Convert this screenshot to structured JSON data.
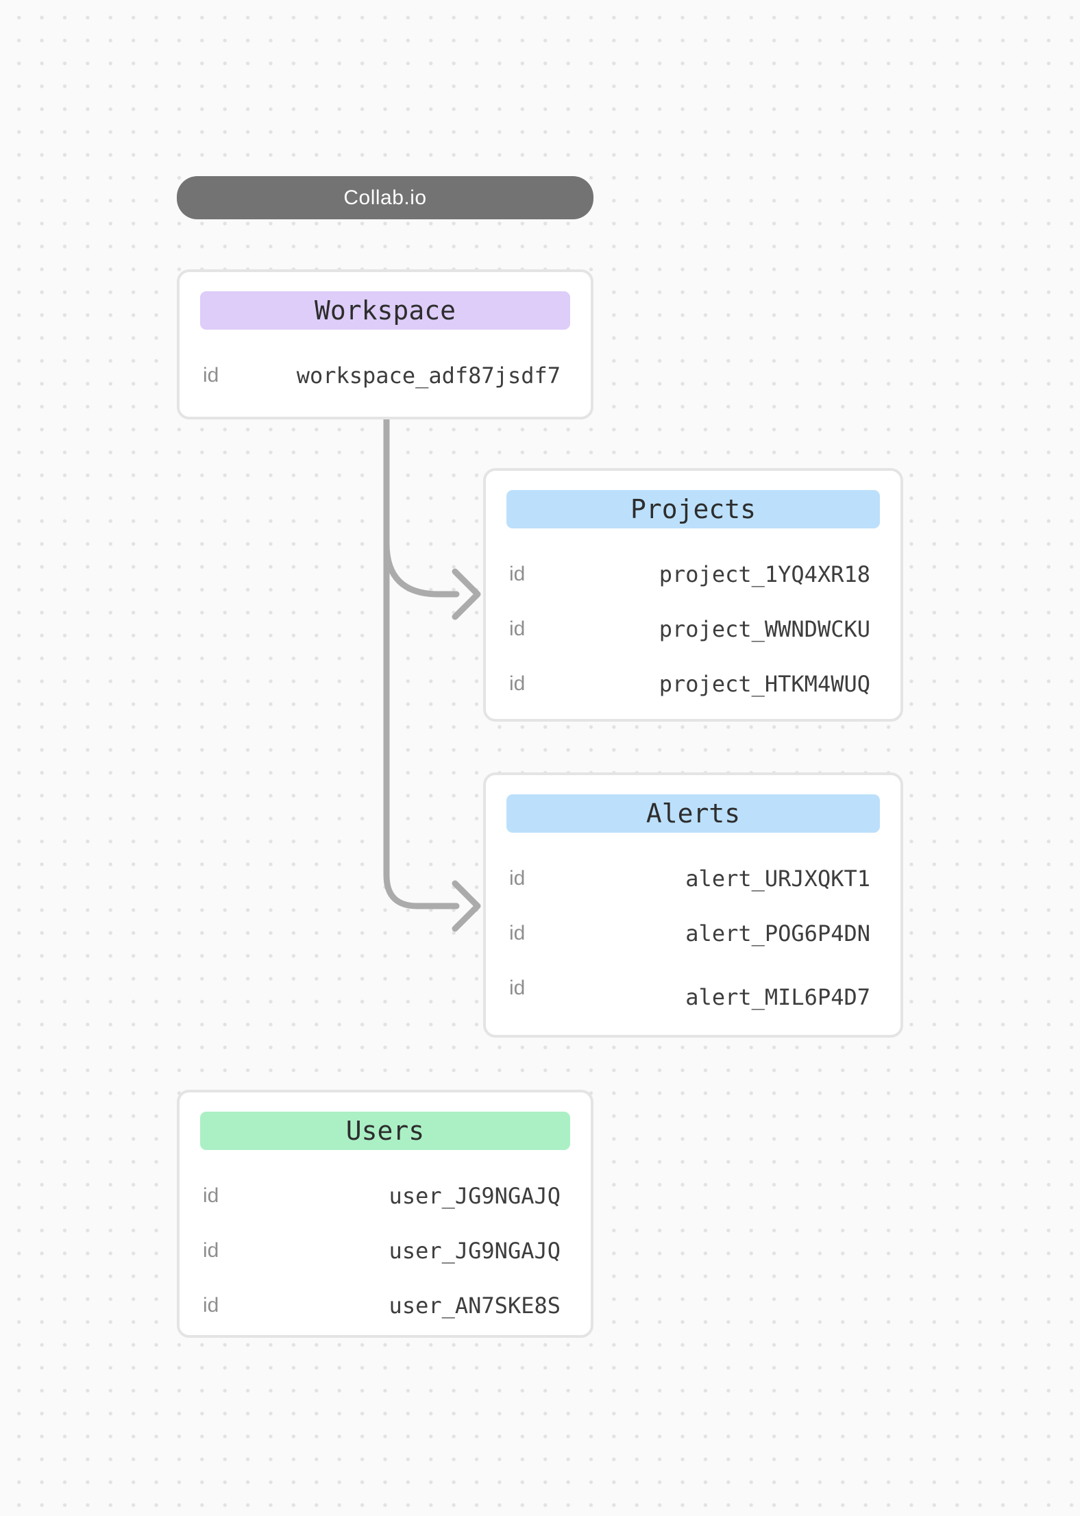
{
  "app": {
    "title": "Collab.io"
  },
  "colors": {
    "pill_bg": "#737373",
    "pill_text": "#ffffff",
    "workspace_header_bg": "#ddcdf8",
    "projects_header_bg": "#bce0fb",
    "alerts_header_bg": "#bce0fb",
    "users_header_bg": "#abf0c5",
    "connector": "#ababab",
    "card_border": "#e4e4e4",
    "card_bg": "#ffffff",
    "canvas_bg": "#fafafa",
    "dot": "#e2e2e2",
    "value_text": "#3d3d3d",
    "label_text": "#8e8e8e",
    "header_text": "#2d2d2d"
  },
  "cards": {
    "workspace": {
      "title": "Workspace",
      "rows": [
        {
          "label": "id",
          "value": "workspace_adf87jsdf7"
        }
      ]
    },
    "projects": {
      "title": "Projects",
      "rows": [
        {
          "label": "id",
          "value": "project_1YQ4XR18"
        },
        {
          "label": "id",
          "value": "project_WWNDWCKU"
        },
        {
          "label": "id",
          "value": "project_HTKM4WUQ"
        }
      ]
    },
    "alerts": {
      "title": "Alerts",
      "rows": [
        {
          "label": "id",
          "value": "alert_URJXQKT1"
        },
        {
          "label": "id",
          "value": "alert_POG6P4DN"
        },
        {
          "label": "id",
          "value": "alert_MIL6P4D7"
        }
      ]
    },
    "users": {
      "title": "Users",
      "rows": [
        {
          "label": "id",
          "value": "user_JG9NGAJQ"
        },
        {
          "label": "id",
          "value": "user_JG9NGAJQ"
        },
        {
          "label": "id",
          "value": "user_AN7SKE8S"
        }
      ]
    }
  }
}
